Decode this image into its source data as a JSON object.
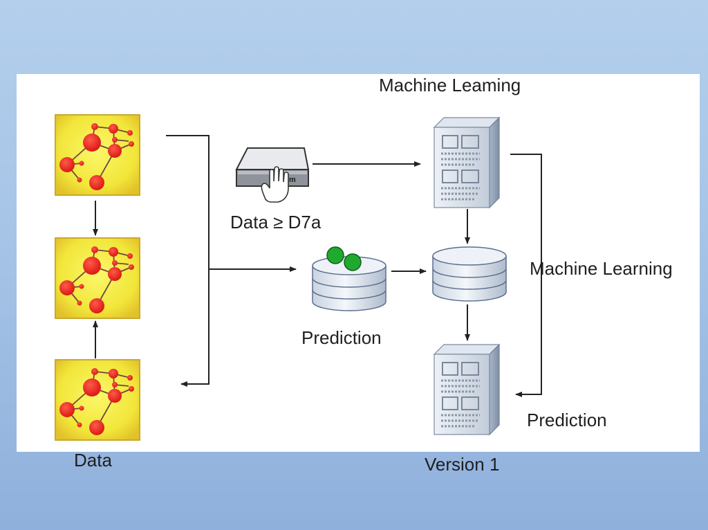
{
  "labels": {
    "top_title": "Machine Leaming",
    "device_caption": "Data ≥ D7a",
    "device_badge": "m",
    "center_caption": "Prediction",
    "right_side_title": "Machine Learning",
    "right_bottom_caption": "Prediction",
    "data_caption": "Data",
    "version_caption": "Version 1"
  },
  "colors": {
    "background_top": "#b3cfec",
    "background_bottom": "#8fb0dc",
    "panel": "#ffffff",
    "node_fill": "#e81c1c",
    "node_box": "#f4ec3a",
    "arrow": "#222222",
    "green_marker": "#1faa2e"
  },
  "icons": [
    "network-graph-icon",
    "hard-drive-icon",
    "hand-icon",
    "database-icon",
    "server-rack-icon"
  ]
}
